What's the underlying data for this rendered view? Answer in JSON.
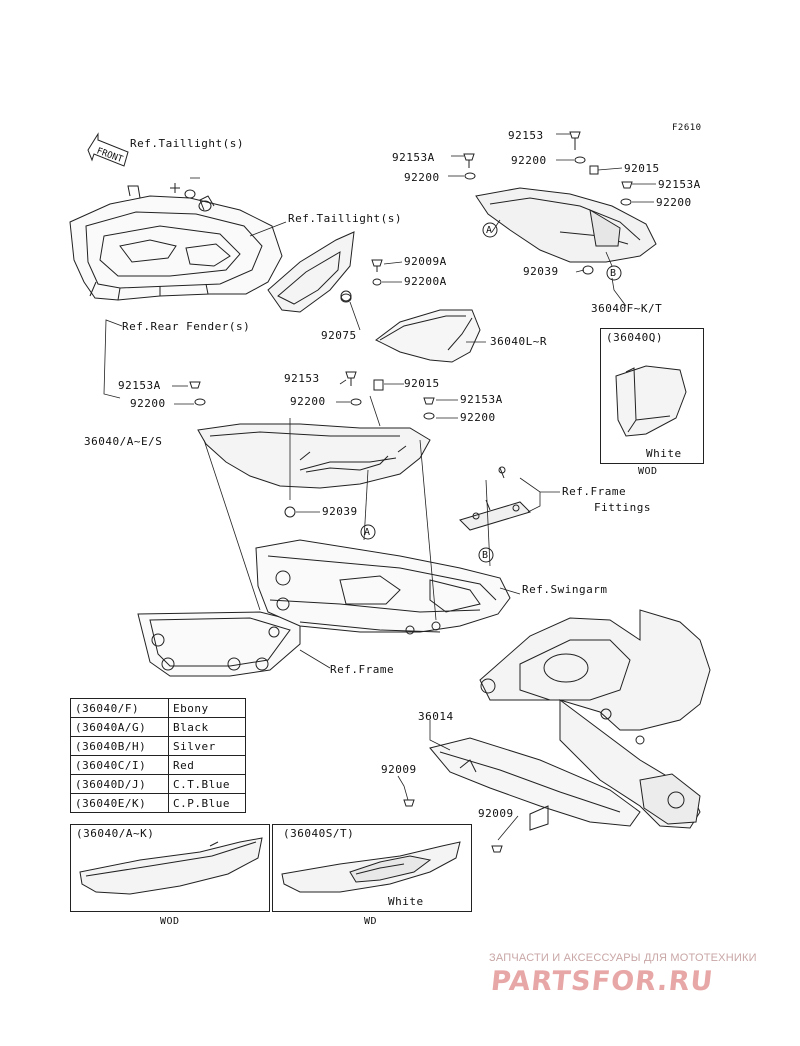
{
  "diagram_code": "F2610",
  "arrow_label": "FRONT",
  "labels": {
    "ref_taillight_1": "Ref.Taillight(s)",
    "ref_taillight_2": "Ref.Taillight(s)",
    "ref_rear_fender": "Ref.Rear Fender(s)",
    "p92153_top": "92153",
    "p92153A_top_left": "92153A",
    "p92200_top_mid": "92200",
    "p92200_top_left": "92200",
    "p92015_top": "92015",
    "p92153A_top_right": "92153A",
    "p92200_top_right": "92200",
    "callout_A_top": "A",
    "callout_B_top": "B",
    "p92039_top": "92039",
    "p36040F": "36040F~K/T",
    "p92009A": "92009A",
    "p92200A": "92200A",
    "p92075": "92075",
    "p36040L": "36040L~R",
    "p92153A_mid_left": "92153A",
    "p92200_mid_left": "92200",
    "p92153_mid": "92153",
    "p92015_mid": "92015",
    "p92200_mid": "92200",
    "p92153A_mid_right": "92153A",
    "p92200_mid_right": "92200",
    "p36040A": "36040/A~E/S",
    "p92039_mid": "92039",
    "ref_frame_fittings_1": "Ref.Frame",
    "ref_frame_fittings_2": "Fittings",
    "callout_A_frame": "A",
    "callout_B_frame": "B",
    "ref_swingarm": "Ref.Swingarm",
    "ref_frame": "Ref.Frame",
    "p36014": "36014",
    "p92009_left": "92009",
    "p92009_right": "92009"
  },
  "inset_36040Q": {
    "title": "(36040Q)",
    "color_label": "White",
    "caption": "WOD"
  },
  "color_table": [
    {
      "code": "(36040/F)",
      "color": "Ebony"
    },
    {
      "code": "(36040A/G)",
      "color": "Black"
    },
    {
      "code": "(36040B/H)",
      "color": "Silver"
    },
    {
      "code": "(36040C/I)",
      "color": "Red"
    },
    {
      "code": "(36040D/J)",
      "color": "C.T.Blue"
    },
    {
      "code": "(36040E/K)",
      "color": "C.P.Blue"
    }
  ],
  "inset_bottom_left": {
    "title": "(36040/A~K)",
    "caption": "WOD"
  },
  "inset_bottom_right": {
    "title": "(36040S/T)",
    "color_label": "White",
    "caption": "WD"
  },
  "watermark": {
    "caption": "ЗАПЧАСТИ И АКСЕССУАРЫ ДЛЯ МОТОТЕХНИКИ",
    "logo": "PARTSFOR.RU",
    "color": "#e8a7a7"
  }
}
